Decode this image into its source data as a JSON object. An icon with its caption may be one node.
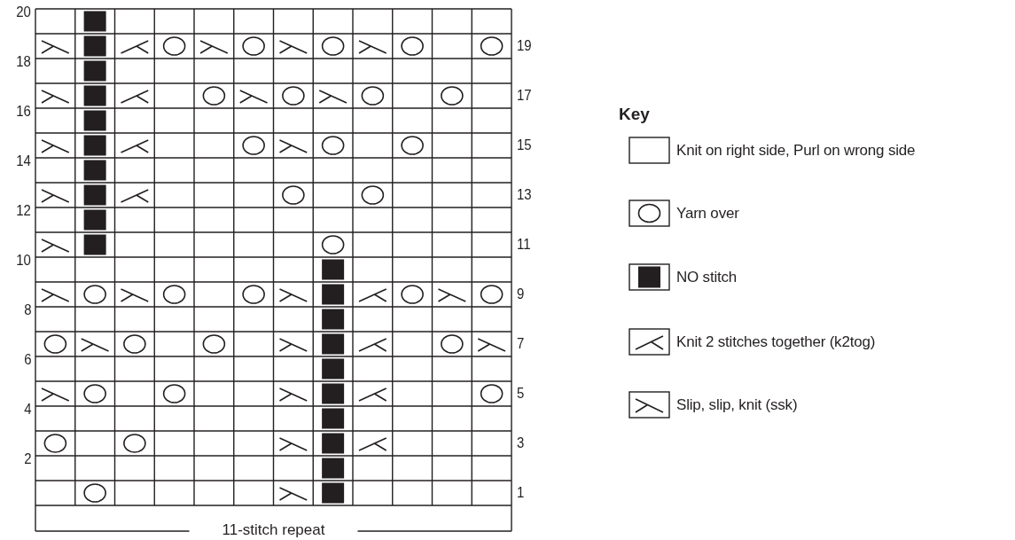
{
  "diagram": {
    "labels": [
      "20",
      "19",
      "18",
      "17",
      "16",
      "15",
      "14",
      "13",
      "12",
      "11",
      "10",
      "9",
      "8",
      "7",
      "6",
      "5",
      "4",
      "3",
      "2",
      "1",
      "11-stitch repeat",
      "Key"
    ],
    "legend": [
      {
        "text": "Knit on right side, Purl on wrong side"
      },
      {
        "text": "Yarn over"
      },
      {
        "text": "NO stitch"
      },
      {
        "text": "Knit 2 stitches together (k2tog)"
      },
      {
        "text": "Slip, slip, knit (ssk)"
      }
    ]
  }
}
